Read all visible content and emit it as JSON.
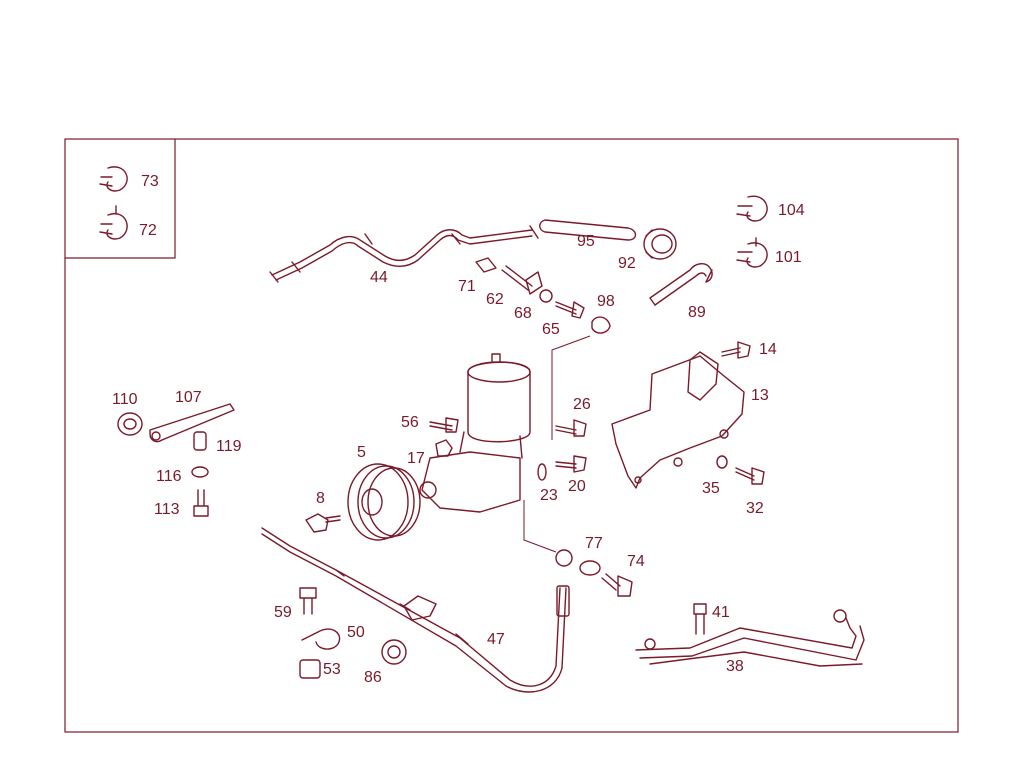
{
  "diagram": {
    "accent_color": "#7a1a2a",
    "background_color": "#ffffff",
    "callouts": [
      {
        "key": "73",
        "text": "73"
      },
      {
        "key": "72",
        "text": "72"
      },
      {
        "key": "44",
        "text": "44"
      },
      {
        "key": "95",
        "text": "95"
      },
      {
        "key": "92",
        "text": "92"
      },
      {
        "key": "104",
        "text": "104"
      },
      {
        "key": "101",
        "text": "101"
      },
      {
        "key": "71",
        "text": "71"
      },
      {
        "key": "62",
        "text": "62"
      },
      {
        "key": "68",
        "text": "68"
      },
      {
        "key": "65",
        "text": "65"
      },
      {
        "key": "98",
        "text": "98"
      },
      {
        "key": "89",
        "text": "89"
      },
      {
        "key": "14",
        "text": "14"
      },
      {
        "key": "13",
        "text": "13"
      },
      {
        "key": "110",
        "text": "110"
      },
      {
        "key": "107",
        "text": "107"
      },
      {
        "key": "119",
        "text": "119"
      },
      {
        "key": "116",
        "text": "116"
      },
      {
        "key": "113",
        "text": "113"
      },
      {
        "key": "56",
        "text": "56"
      },
      {
        "key": "26",
        "text": "26"
      },
      {
        "key": "5",
        "text": "5"
      },
      {
        "key": "17",
        "text": "17"
      },
      {
        "key": "8",
        "text": "8"
      },
      {
        "key": "23",
        "text": "23"
      },
      {
        "key": "20",
        "text": "20"
      },
      {
        "key": "35",
        "text": "35"
      },
      {
        "key": "32",
        "text": "32"
      },
      {
        "key": "77",
        "text": "77"
      },
      {
        "key": "74",
        "text": "74"
      },
      {
        "key": "59",
        "text": "59"
      },
      {
        "key": "50",
        "text": "50"
      },
      {
        "key": "47",
        "text": "47"
      },
      {
        "key": "41",
        "text": "41"
      },
      {
        "key": "53",
        "text": "53"
      },
      {
        "key": "86",
        "text": "86"
      },
      {
        "key": "38",
        "text": "38"
      }
    ]
  }
}
